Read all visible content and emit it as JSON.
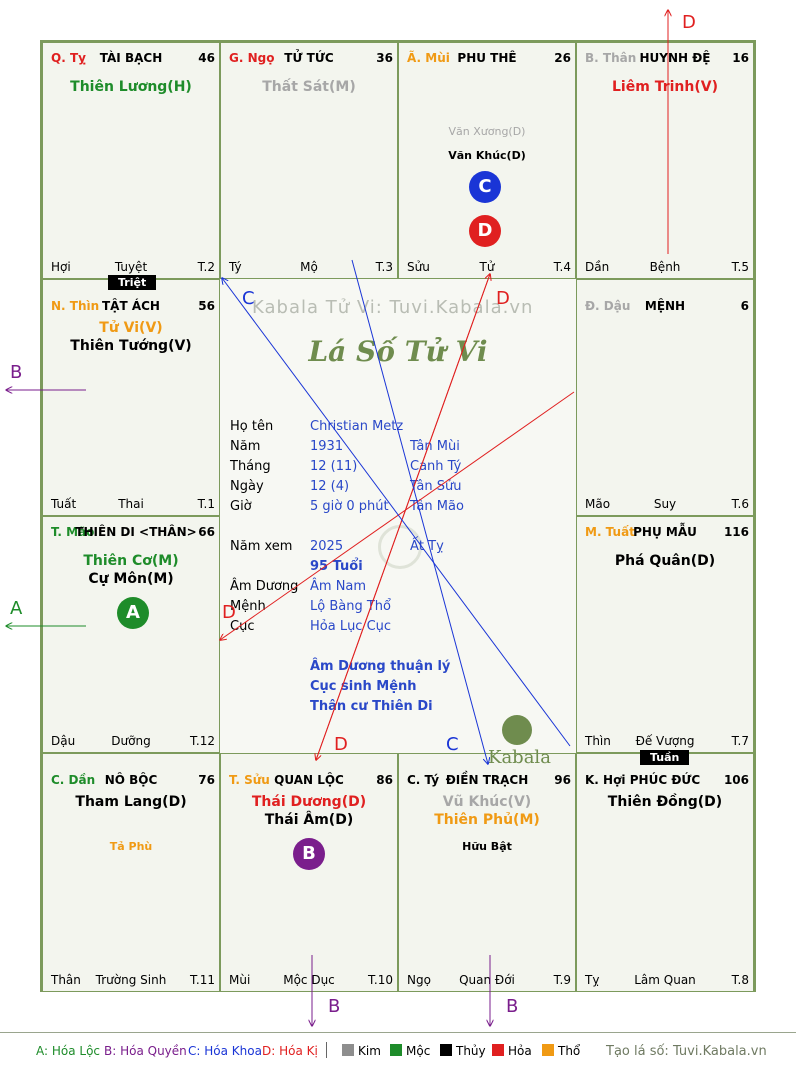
{
  "cells": [
    {
      "id": "ty",
      "branch": "Q. Tỵ",
      "palace": "TÀI BẠCH",
      "age": "46",
      "stars": [
        {
          "text": "Thiên Lương(H)",
          "color": "#1e8c2a"
        }
      ],
      "minor": [],
      "foot": [
        "Hợi",
        "Tuyệt",
        "T.2"
      ]
    },
    {
      "id": "ngo",
      "branch": "G. Ngọ",
      "palace": "TỬ TỨC",
      "age": "36",
      "stars": [
        {
          "text": "Thất Sát(M)",
          "color": "#a7a7a7"
        }
      ],
      "minor": [],
      "foot": [
        "Tý",
        "Mộ",
        "T.3"
      ]
    },
    {
      "id": "mui",
      "branch": "Ã. Mùi",
      "palace": "PHU THÊ",
      "age": "26",
      "stars": [],
      "minor": [
        {
          "text": "Văn Xương(D)",
          "color": "#a7a7a7"
        },
        {
          "text": "Văn Khúc(D)",
          "color": "#000000"
        }
      ],
      "foot": [
        "Sửu",
        "Tử",
        "T.4"
      ]
    },
    {
      "id": "than",
      "branch": "B. Thân",
      "palace": "HUYNH ĐỆ",
      "age": "16",
      "stars": [
        {
          "text": "Liêm Trinh(V)",
          "color": "#e02020"
        }
      ],
      "minor": [],
      "foot": [
        "Dần",
        "Bệnh",
        "T.5"
      ]
    },
    {
      "id": "thin",
      "branch": "N. Thìn",
      "palace": "TẬT ÁCH",
      "age": "56",
      "stars": [
        {
          "text": "Tử Vi(V)",
          "color": "#f09a14"
        },
        {
          "text": "Thiên Tướng(V)",
          "color": "#000000"
        }
      ],
      "minor": [],
      "foot": [
        "Tuất",
        "Thai",
        "T.1"
      ]
    },
    {
      "id": "dau",
      "branch": "Đ. Dậu",
      "palace": "MỆNH",
      "age": "6",
      "stars": [],
      "minor": [],
      "foot": [
        "Mão",
        "Suy",
        "T.6"
      ]
    },
    {
      "id": "mao",
      "branch": "T. Mão",
      "palace": "THIÊN DI <THÂN>",
      "age": "66",
      "stars": [
        {
          "text": "Thiên Cơ(M)",
          "color": "#1e8c2a"
        },
        {
          "text": "Cự Môn(M)",
          "color": "#000000"
        }
      ],
      "minor": [],
      "foot": [
        "Dậu",
        "Dưỡng",
        "T.12"
      ]
    },
    {
      "id": "tuat",
      "branch": "M. Tuất",
      "palace": "PHỤ MẪU",
      "age": "116",
      "stars": [
        {
          "text": "Phá Quân(D)",
          "color": "#000000"
        }
      ],
      "minor": [],
      "foot": [
        "Thìn",
        "Đế Vượng",
        "T.7"
      ]
    },
    {
      "id": "dan",
      "branch": "C. Dần",
      "palace": "NÔ BỘC",
      "age": "76",
      "stars": [
        {
          "text": "Tham Lang(D)",
          "color": "#000000"
        }
      ],
      "minor": [
        {
          "text": "Tả Phù",
          "color": "#f09a14"
        }
      ],
      "foot": [
        "Thân",
        "Trường Sinh",
        "T.11"
      ]
    },
    {
      "id": "suu",
      "branch": "T. Sửu",
      "palace": "QUAN LỘC",
      "age": "86",
      "stars": [
        {
          "text": "Thái Dương(D)",
          "color": "#e02020"
        },
        {
          "text": "Thái Âm(D)",
          "color": "#000000"
        }
      ],
      "minor": [],
      "foot": [
        "Mùi",
        "Mộc Dục",
        "T.10"
      ]
    },
    {
      "id": "tys",
      "branch": "C. Tý",
      "palace": "ĐIỀN TRẠCH",
      "age": "96",
      "stars": [
        {
          "text": "Vũ Khúc(V)",
          "color": "#a7a7a7"
        },
        {
          "text": "Thiên Phủ(M)",
          "color": "#f09a14"
        }
      ],
      "minor": [
        {
          "text": "Hữu Bật",
          "color": "#000000"
        }
      ],
      "foot": [
        "Ngọ",
        "Quan Đới",
        "T.9"
      ]
    },
    {
      "id": "hoi",
      "branch": "K. Hợi",
      "palace": "PHÚC ĐỨC",
      "age": "106",
      "stars": [
        {
          "text": "Thiên Đồng(D)",
          "color": "#000000"
        }
      ],
      "minor": [],
      "foot": [
        "Tỵ",
        "Lâm Quan",
        "T.8"
      ]
    }
  ],
  "tags": {
    "triet": "Triệt",
    "tuan": "Tuần"
  },
  "circles": {
    "a": "A",
    "b": "B",
    "c": "C",
    "d": "D"
  },
  "arrow_labels": {
    "a": "A",
    "b": "B",
    "c": "C",
    "d": "D"
  },
  "center": {
    "watermark": "Kabala Tử Vi: Tuvi.Kabala.vn",
    "logo": "Lá Số Tử Vi",
    "brand": "Kabala",
    "rows": [
      {
        "label": "Họ tên",
        "value": "Christian Metz",
        "extra": ""
      },
      {
        "label": "Năm",
        "value": "1931",
        "extra": "Tân Mùi"
      },
      {
        "label": "Tháng",
        "value": "12 (11)",
        "extra": "Canh Tý"
      },
      {
        "label": "Ngày",
        "value": "12 (4)",
        "extra": "Tân Sửu"
      },
      {
        "label": "Giờ",
        "value": "5 giờ 0 phút",
        "extra": "Tân Mão"
      },
      {
        "label": "Năm xem",
        "value": "2025",
        "extra": "Ất Tỵ"
      },
      {
        "label": "",
        "value": "95 Tuổi",
        "extra": ""
      },
      {
        "label": "Âm Dương",
        "value": "Âm Nam",
        "extra": ""
      },
      {
        "label": "Mệnh",
        "value": "Lộ Bàng Thổ",
        "extra": ""
      },
      {
        "label": "Cục",
        "value": "Hỏa Lục Cục",
        "extra": ""
      }
    ],
    "notes": [
      "Âm Dương thuận lý",
      "Cục sinh Mệnh",
      "Thân cư Thiên Di"
    ]
  },
  "legend": {
    "a": "A: Hóa Lộc",
    "b": "B: Hóa Quyền",
    "c": "C: Hóa Khoa",
    "d": "D: Hóa Kị",
    "kim": "Kim",
    "moc": "Mộc",
    "thuy": "Thủy",
    "hoa": "Hỏa",
    "tho": "Thổ",
    "site": "Tạo lá số: Tuvi.Kabala.vn"
  },
  "colors": {
    "loc": "#1e8c2a",
    "quyen": "#7a1e8c",
    "khoa": "#1a35d6",
    "ki": "#e02020",
    "kim": "#8e8e8e",
    "moc": "#1e8c2a",
    "thuy": "#000000",
    "hoa": "#e02020",
    "tho": "#f09a14"
  }
}
